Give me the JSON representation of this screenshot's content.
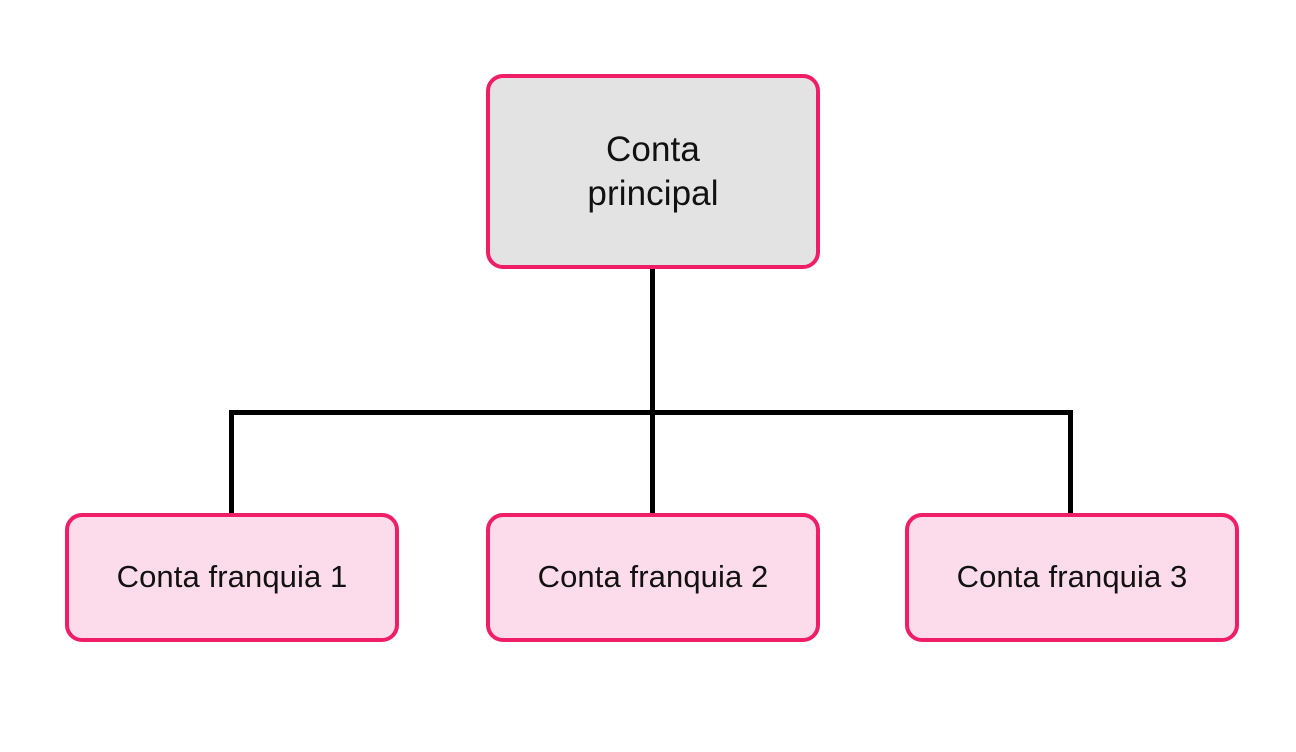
{
  "diagram": {
    "type": "org-chart",
    "background_color": "#ffffff",
    "connector_color": "#000000",
    "root": {
      "label": "Conta\nprincipal",
      "fill_color": "#e3e3e3",
      "border_color": "#ef1e66"
    },
    "children": [
      {
        "label": "Conta franquia 1",
        "fill_color": "#fcdcea",
        "border_color": "#ef1e66"
      },
      {
        "label": "Conta franquia 2",
        "fill_color": "#fcdcea",
        "border_color": "#ef1e66"
      },
      {
        "label": "Conta franquia 3",
        "fill_color": "#fcdcea",
        "border_color": "#ef1e66"
      }
    ]
  }
}
